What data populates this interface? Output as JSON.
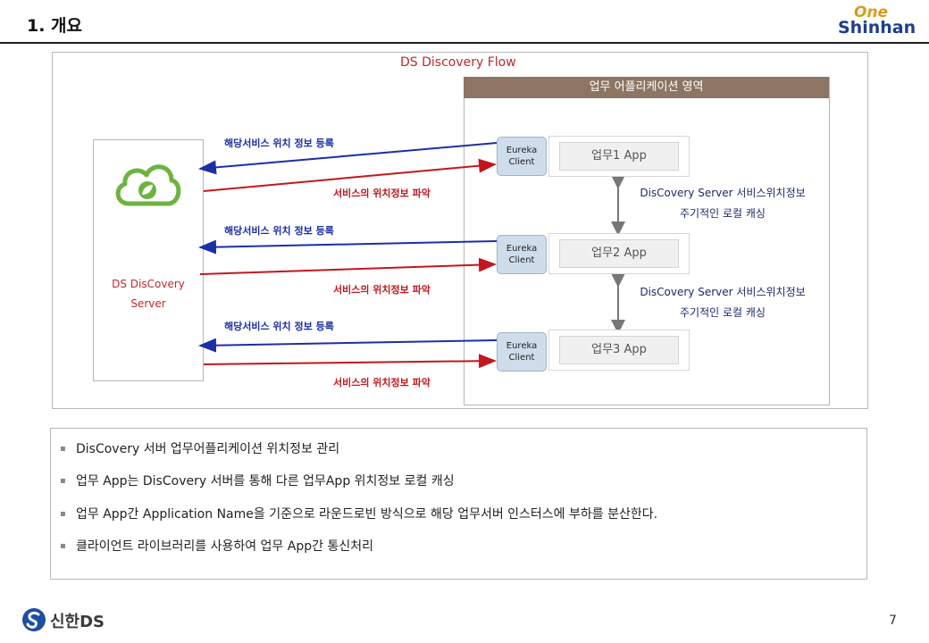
{
  "header": {
    "title": "1. 개요",
    "logo_one": "One",
    "logo_shinhan": "Shinhan"
  },
  "diagram": {
    "title": "DS Discovery Flow",
    "region_title": "업무 어플리케이션 영역",
    "server": {
      "line1": "DS DisCovery",
      "line2": "Server"
    },
    "eureka": {
      "line1": "Eureka",
      "line2": "Client"
    },
    "apps": [
      "업무1 App",
      "업무2 App",
      "업무3 App"
    ],
    "register_label": "해당서비스 위치 정보 등록",
    "lookup_label": "서비스의 위치정보 파악",
    "note": {
      "line1": "DisCovery  Server 서비스위치정보",
      "line2": "주기적인 로컬 캐싱"
    }
  },
  "bullets": [
    "DisCovery 서버 업무어플리케이션 위치정보 관리",
    "업무 App는 DisCovery 서버를 통해 다른 업무App 위치정보 로컬 캐싱",
    "업무 App간 Application Name을 기준으로 라운드로빈 방식으로 해당 업무서버 인스터스에 부하를 분산한다.",
    "클라이언트 라이브러리를 사용하여 업무 App간 통신처리"
  ],
  "footer": {
    "company": "신한DS",
    "page": "7"
  },
  "colors": {
    "blue_arrow": "#1b2fa6",
    "red_arrow": "#c0181e",
    "region_header": "#8c7563",
    "spring_green": "#6db33f"
  }
}
